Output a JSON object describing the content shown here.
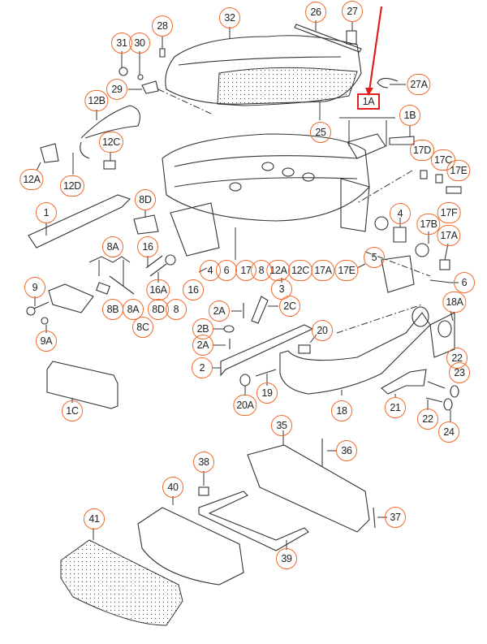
{
  "diagram": {
    "title": "Seat frame exploded parts diagram",
    "highlighted_label": "1A",
    "arrow_color": "#e02020",
    "callout_color": "#f06a2c",
    "callouts": [
      {
        "id": "32",
        "label": "32"
      },
      {
        "id": "26",
        "label": "26"
      },
      {
        "id": "27",
        "label": "27"
      },
      {
        "id": "28",
        "label": "28"
      },
      {
        "id": "31",
        "label": "31"
      },
      {
        "id": "30",
        "label": "30"
      },
      {
        "id": "29",
        "label": "29"
      },
      {
        "id": "12B",
        "label": "12B"
      },
      {
        "id": "12C",
        "label": "12C"
      },
      {
        "id": "12A",
        "label": "12A"
      },
      {
        "id": "12D",
        "label": "12D"
      },
      {
        "id": "27A",
        "label": "27A"
      },
      {
        "id": "1A",
        "label": "1A"
      },
      {
        "id": "1B",
        "label": "1B"
      },
      {
        "id": "25",
        "label": "25"
      },
      {
        "id": "17D",
        "label": "17D"
      },
      {
        "id": "17C",
        "label": "17C"
      },
      {
        "id": "17E",
        "label": "17E"
      },
      {
        "id": "8D_top",
        "label": "8D"
      },
      {
        "id": "1",
        "label": "1"
      },
      {
        "id": "17F",
        "label": "17F"
      },
      {
        "id": "4_right",
        "label": "4"
      },
      {
        "id": "17B",
        "label": "17B"
      },
      {
        "id": "17A",
        "label": "17A"
      },
      {
        "id": "8A_top",
        "label": "8A"
      },
      {
        "id": "16_top",
        "label": "16"
      },
      {
        "id": "5",
        "label": "5"
      },
      {
        "id": "6_right",
        "label": "6"
      },
      {
        "id": "g4",
        "label": "4"
      },
      {
        "id": "g6",
        "label": "6"
      },
      {
        "id": "g17",
        "label": "17"
      },
      {
        "id": "g8",
        "label": "8"
      },
      {
        "id": "g12A",
        "label": "12A"
      },
      {
        "id": "g12C",
        "label": "12C"
      },
      {
        "id": "g17A",
        "label": "17A"
      },
      {
        "id": "g17E",
        "label": "17E"
      },
      {
        "id": "3",
        "label": "3"
      },
      {
        "id": "9",
        "label": "9"
      },
      {
        "id": "16A",
        "label": "16A"
      },
      {
        "id": "16_mid",
        "label": "16"
      },
      {
        "id": "8B",
        "label": "8B"
      },
      {
        "id": "8A_bot",
        "label": "8A"
      },
      {
        "id": "8D_bot",
        "label": "8D"
      },
      {
        "id": "8_bot",
        "label": "8"
      },
      {
        "id": "8C",
        "label": "8C"
      },
      {
        "id": "2A_top",
        "label": "2A"
      },
      {
        "id": "2C",
        "label": "2C"
      },
      {
        "id": "18A",
        "label": "18A"
      },
      {
        "id": "2B",
        "label": "2B"
      },
      {
        "id": "2A_bot",
        "label": "2A"
      },
      {
        "id": "20",
        "label": "20"
      },
      {
        "id": "9A",
        "label": "9A"
      },
      {
        "id": "22_top",
        "label": "22"
      },
      {
        "id": "23",
        "label": "23"
      },
      {
        "id": "2",
        "label": "2"
      },
      {
        "id": "19",
        "label": "19"
      },
      {
        "id": "20A",
        "label": "20A"
      },
      {
        "id": "18",
        "label": "18"
      },
      {
        "id": "21",
        "label": "21"
      },
      {
        "id": "22_bot",
        "label": "22"
      },
      {
        "id": "24",
        "label": "24"
      },
      {
        "id": "1C",
        "label": "1C"
      },
      {
        "id": "35",
        "label": "35"
      },
      {
        "id": "36",
        "label": "36"
      },
      {
        "id": "38",
        "label": "38"
      },
      {
        "id": "40",
        "label": "40"
      },
      {
        "id": "37",
        "label": "37"
      },
      {
        "id": "41",
        "label": "41"
      },
      {
        "id": "39",
        "label": "39"
      }
    ]
  }
}
